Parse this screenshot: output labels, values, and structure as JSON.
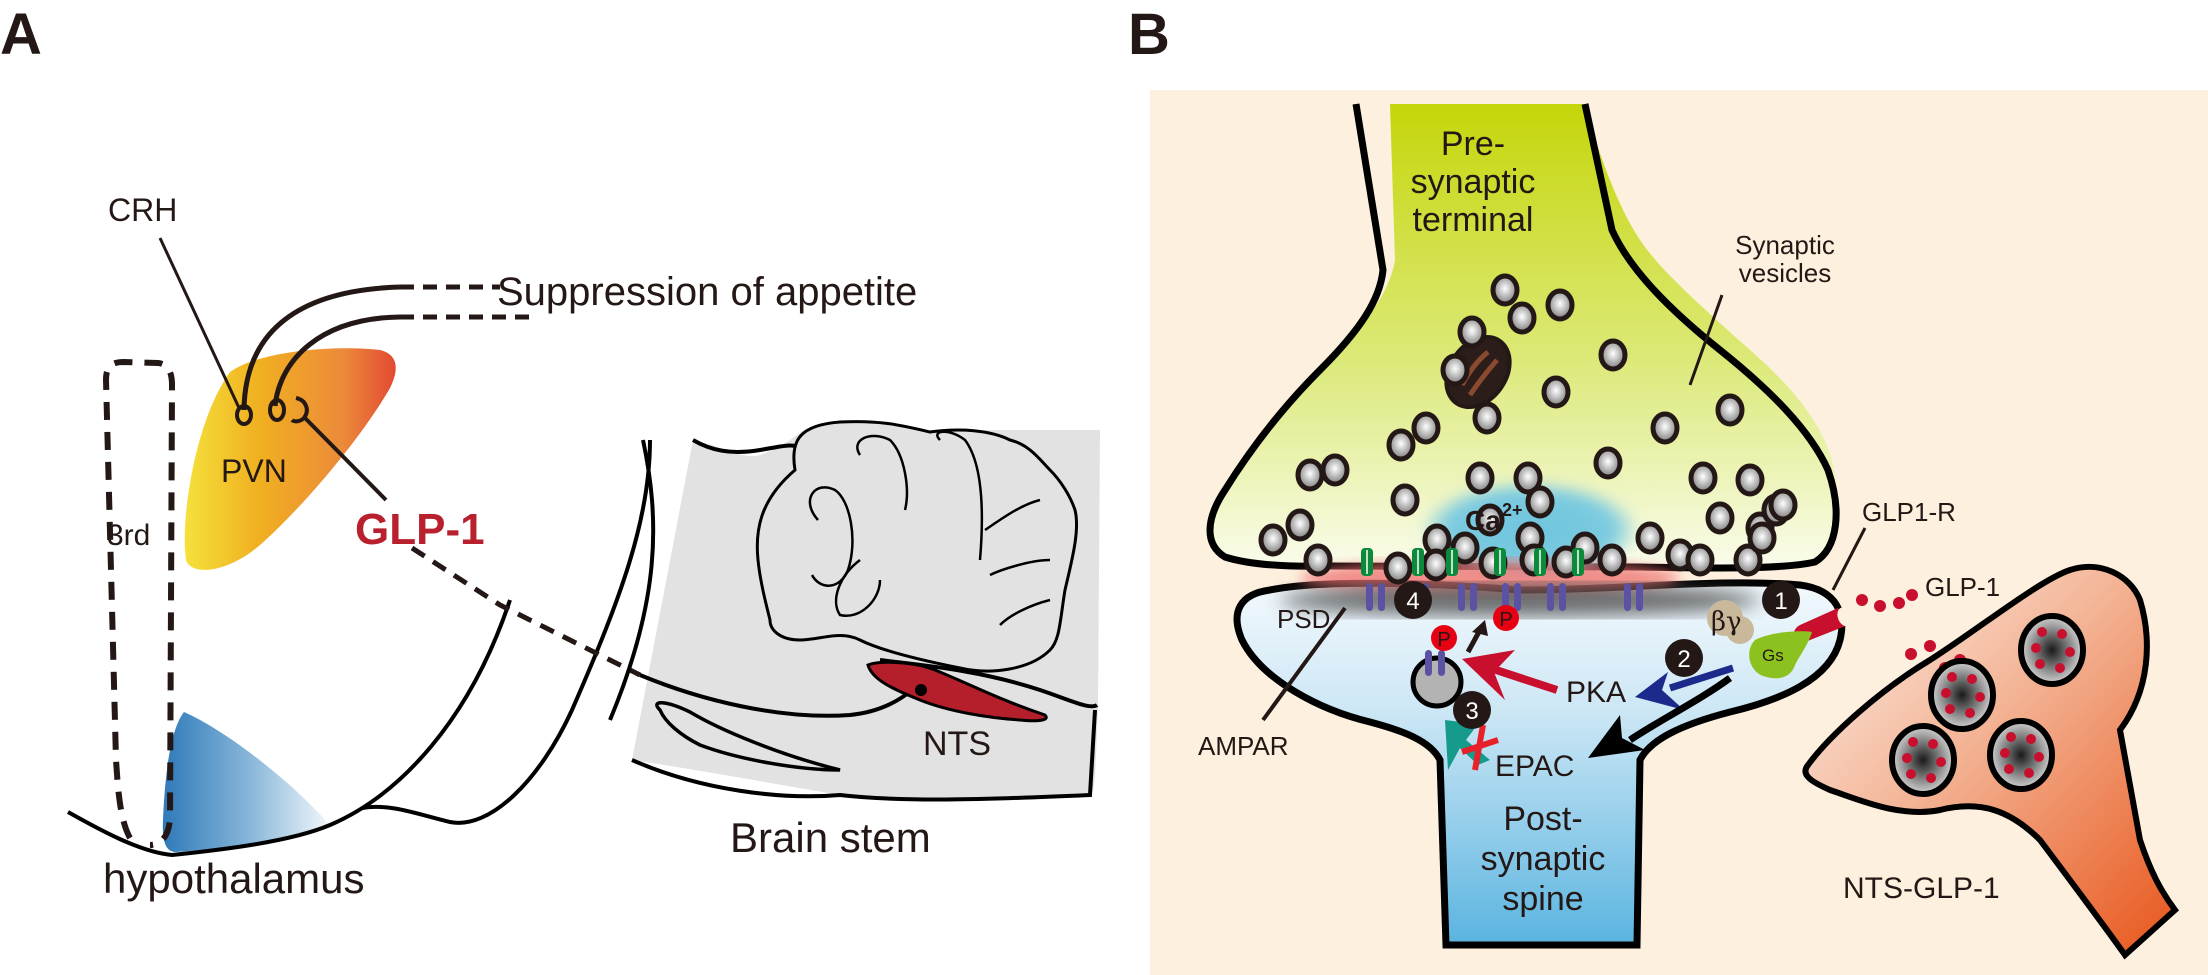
{
  "figure": {
    "panels": [
      {
        "id": "A",
        "label": "A"
      },
      {
        "id": "B",
        "label": "B"
      }
    ]
  },
  "panel_a": {
    "labels": {
      "crh": "CRH",
      "suppression": "Suppression of appetite",
      "pvn": "PVN",
      "third_ventricle": "3rd",
      "glp1": "GLP-1",
      "hypothalamus": "hypothalamus",
      "nts": "NTS",
      "brain_stem": "Brain stem"
    },
    "colors": {
      "pvn_start": "#f5e13c",
      "pvn_mid": "#f0b020",
      "pvn_end": "#e24a32",
      "arcuate_start": "#2f7ab9",
      "arcuate_end": "#eaf2f8",
      "glp1_text": "#b8202e",
      "nts_fill": "#b51f2b",
      "brainstem_fill": "#e2e2e2"
    }
  },
  "panel_b": {
    "labels": {
      "presynaptic": [
        "Pre-",
        "synaptic",
        "terminal"
      ],
      "synaptic_vesicles": [
        "Synaptic",
        "vesicles"
      ],
      "calcium": "Ca",
      "calcium_charge": "2+",
      "glp1r": "GLP1-R",
      "glp1": "GLP-1",
      "psd": "PSD",
      "ampar": "AMPAR",
      "beta_gamma": "βγ",
      "gs": "Gs",
      "pka": "PKA",
      "epac": "EPAC",
      "phospho": "P",
      "postsynaptic": [
        "Post-",
        "synaptic",
        "spine"
      ],
      "nts_glp1": "NTS-GLP-1"
    },
    "steps": [
      "1",
      "2",
      "3",
      "4"
    ],
    "colors": {
      "background": "#fdf0de",
      "presynaptic_top": "#c5d60a",
      "presynaptic_bottom": "#f8fbe6",
      "postsynaptic_top": "#f0f7fc",
      "postsynaptic_bottom": "#5ab4e0",
      "calcium_cloud": "#7ccbe0",
      "receptor_glp1r": "#c8102e",
      "ampar": "#5b52a3",
      "channel": "#0b8a3c",
      "gs": "#8cc21f",
      "beta_gamma": "#c9b99a",
      "pka_arrow": "#1c2a8c",
      "step3_arrow": "#c8102e",
      "epac_arrow": "#159a8c",
      "inhibit_cross": "#e8202a",
      "nts_cell_light": "#fde8dc",
      "nts_cell_dark": "#e8551a"
    }
  }
}
